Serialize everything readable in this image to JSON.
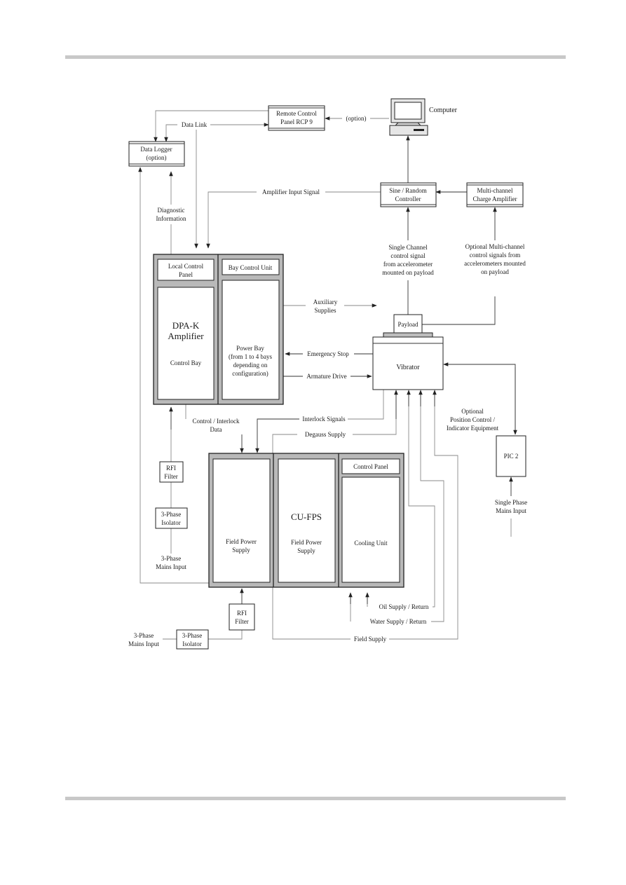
{
  "labels": {
    "remote_control": [
      "Remote Control",
      "Panel RCP 9"
    ],
    "computer": "Computer",
    "option": "(option)",
    "data_link": "Data Link",
    "data_logger": [
      "Data Logger",
      "(option)"
    ],
    "sine_random": [
      "Sine / Random",
      "Controller"
    ],
    "multichannel_amp": [
      "Multi-channel",
      "Charge Amplifier"
    ],
    "amp_input_signal": "Amplifier Input Signal",
    "diagnostic": [
      "Diagnostic",
      "Information"
    ],
    "single_channel": [
      "Single Channel",
      "control signal",
      "from accelerometer",
      "mounted on payload"
    ],
    "optional_multi": [
      "Optional Multi-channel",
      "control signals from",
      "accelerometers mounted",
      "on payload"
    ],
    "local_control_panel": [
      "Local Control",
      "Panel"
    ],
    "bay_control_unit": "Bay Control Unit",
    "dpak": [
      "DPA-K",
      "Amplifier"
    ],
    "control_bay": "Control Bay",
    "power_bay": [
      "Power Bay",
      "(from 1 to 4 bays",
      "depending on",
      "configuration)"
    ],
    "auxiliary": [
      "Auxiliary",
      "Supplies"
    ],
    "payload": "Payload",
    "vibrator": "Vibrator",
    "emergency_stop": "Emergency Stop",
    "armature_drive": "Armature Drive",
    "control_interlock": [
      "Control / Interlock",
      "Data"
    ],
    "interlock_signals": "Interlock Signals",
    "degauss_supply": "Degauss Supply",
    "optional_position": [
      "Optional",
      "Position Control /",
      "Indicator Equipment"
    ],
    "pic2": "PIC 2",
    "single_phase": [
      "Single Phase",
      "Mains Input"
    ],
    "rfi_filter": [
      "RFI",
      "Filter"
    ],
    "three_phase_isolator": [
      "3-Phase",
      "Isolator"
    ],
    "three_phase_mains": [
      "3-Phase",
      "Mains Input"
    ],
    "control_panel": "Control Panel",
    "cufps": "CU-FPS",
    "field_power_supply": [
      "Field Power",
      "Supply"
    ],
    "cooling_unit": "Cooling Unit",
    "oil_supply": "Oil Supply / Return",
    "water_supply": "Water Supply / Return",
    "field_supply": "Field Supply"
  }
}
